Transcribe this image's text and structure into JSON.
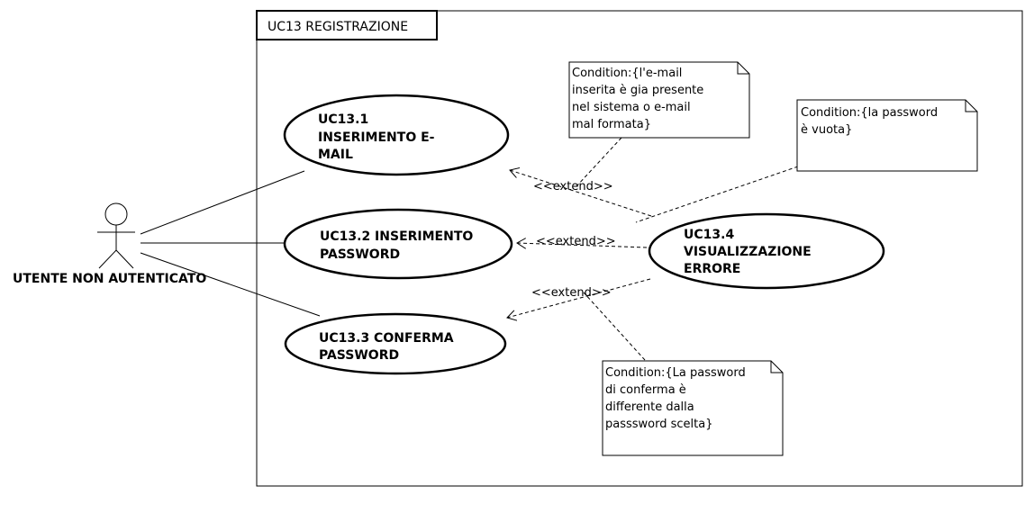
{
  "system": {
    "title": "UC13 REGISTRAZIONE"
  },
  "actor": {
    "name": "UTENTE NON AUTENTICATO"
  },
  "use_cases": [
    {
      "id": "uc13-1",
      "lines": [
        "UC13.1",
        "INSERIMENTO E-",
        "MAIL"
      ]
    },
    {
      "id": "uc13-2",
      "lines": [
        "UC13.2 INSERIMENTO",
        "PASSWORD"
      ]
    },
    {
      "id": "uc13-3",
      "lines": [
        "UC13.3 CONFERMA",
        "PASSWORD"
      ]
    },
    {
      "id": "uc13-4",
      "lines": [
        "UC13.4",
        "VISUALIZZAZIONE",
        "ERRORE"
      ]
    }
  ],
  "extend_label": "<<extend>>",
  "notes": [
    {
      "id": "note-email",
      "lines": [
        "Condition:{l'e-mail",
        "inserita è gia presente",
        "nel sistema o e-mail",
        "mal formata}"
      ]
    },
    {
      "id": "note-password",
      "lines": [
        "Condition:{la password",
        "è vuota}"
      ]
    },
    {
      "id": "note-confirm",
      "lines": [
        "Condition:{La password",
        "di conferma è",
        "differente dalla",
        "passsword scelta}"
      ]
    }
  ]
}
